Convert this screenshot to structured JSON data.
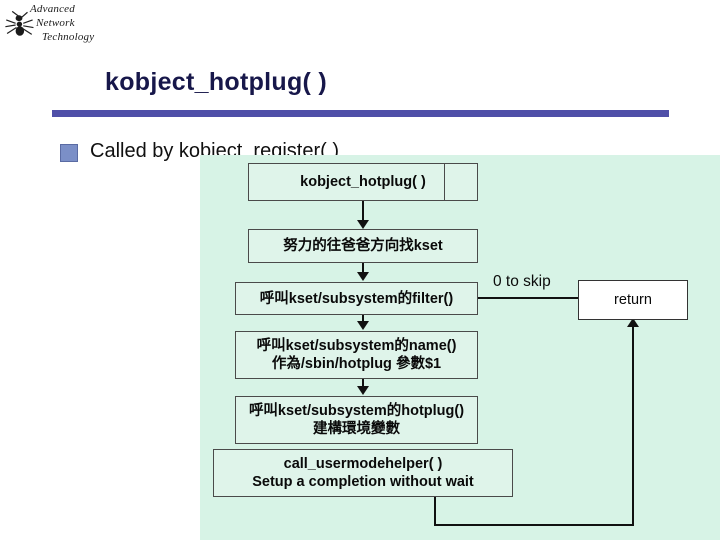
{
  "logo": {
    "line1": "Advanced",
    "line2": "Network",
    "line3": "Technology",
    "icon": "ant-icon"
  },
  "slide": {
    "title": "kobject_hotplug( )",
    "bullet": "Called by kobject_register( )"
  },
  "diagram": {
    "type": "flowchart",
    "boxes": [
      {
        "id": "hotplug",
        "text": "kobject_hotplug( )"
      },
      {
        "id": "find_kset",
        "text": "努力的往爸爸方向找kset"
      },
      {
        "id": "filter",
        "text": "呼叫kset/subsystem的filter()"
      },
      {
        "id": "name_line1",
        "text": "呼叫kset/subsystem的name()"
      },
      {
        "id": "name_line2",
        "text": "作為/sbin/hotplug 參數$1"
      },
      {
        "id": "hotplug_line1",
        "text": "呼叫kset/subsystem的hotplug()"
      },
      {
        "id": "hotplug_line2",
        "text": "建構環境變數"
      },
      {
        "id": "usermode_l1",
        "text": "call_usermodehelper( )"
      },
      {
        "id": "usermode_l2",
        "text": "Setup a completion without wait"
      },
      {
        "id": "return",
        "text": "return"
      }
    ],
    "labels": [
      {
        "id": "skip",
        "text": "0 to skip"
      }
    ]
  },
  "colors": {
    "title": "#17174a",
    "rule": "#4f4fa8",
    "diagram_bg": "#d7f3e6",
    "bullet": "#7b8fc7"
  }
}
